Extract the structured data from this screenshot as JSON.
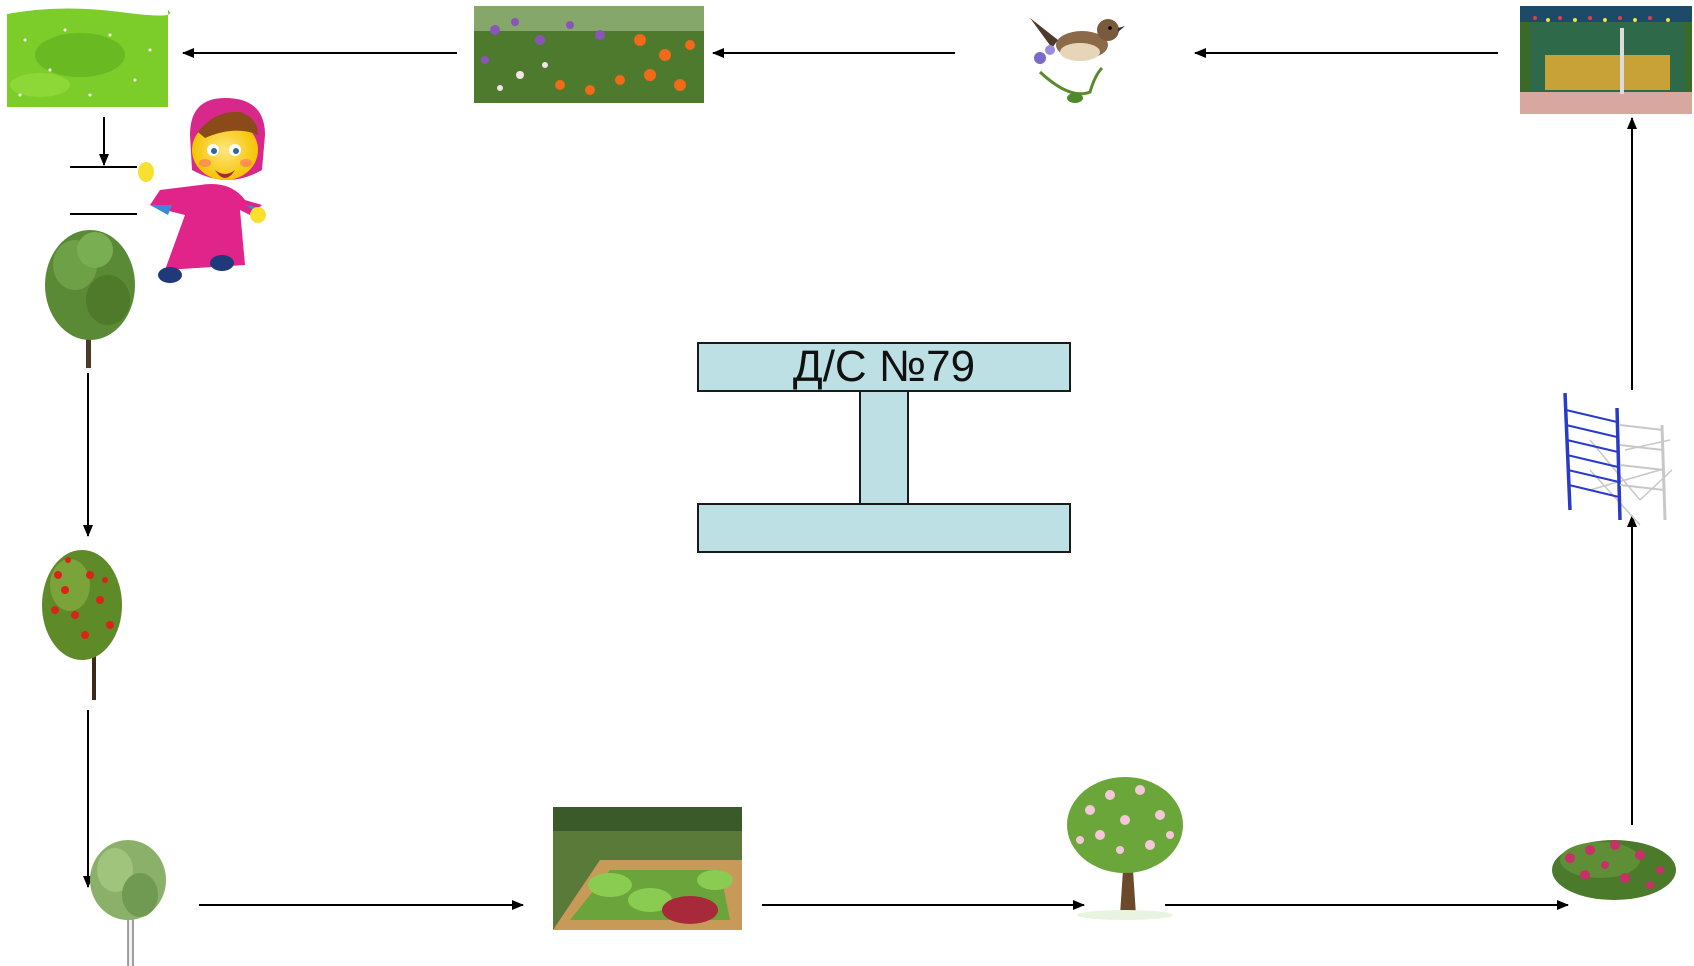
{
  "building": {
    "label": "Д/С №79"
  },
  "route": {
    "stops": [
      {
        "name": "meadow",
        "icon": "meadow-image"
      },
      {
        "name": "flower-bed",
        "icon": "flowers-image"
      },
      {
        "name": "bird",
        "icon": "bird-image"
      },
      {
        "name": "pavilion",
        "icon": "pavilion-image"
      },
      {
        "name": "climbing-frame",
        "icon": "climbing-frame-image"
      },
      {
        "name": "flowering-bush",
        "icon": "bush-image"
      },
      {
        "name": "blossom-tree",
        "icon": "blossom-tree-image"
      },
      {
        "name": "vegetable-garden",
        "icon": "garden-beds-image"
      },
      {
        "name": "birch",
        "icon": "birch-image"
      },
      {
        "name": "rowan",
        "icon": "rowan-image"
      },
      {
        "name": "oak",
        "icon": "tree-image"
      },
      {
        "name": "girl",
        "icon": "girl-character-image"
      }
    ]
  },
  "colors": {
    "building_fill": "#bde0e4",
    "building_stroke": "#1a1a1a",
    "arrow": "#000000"
  }
}
